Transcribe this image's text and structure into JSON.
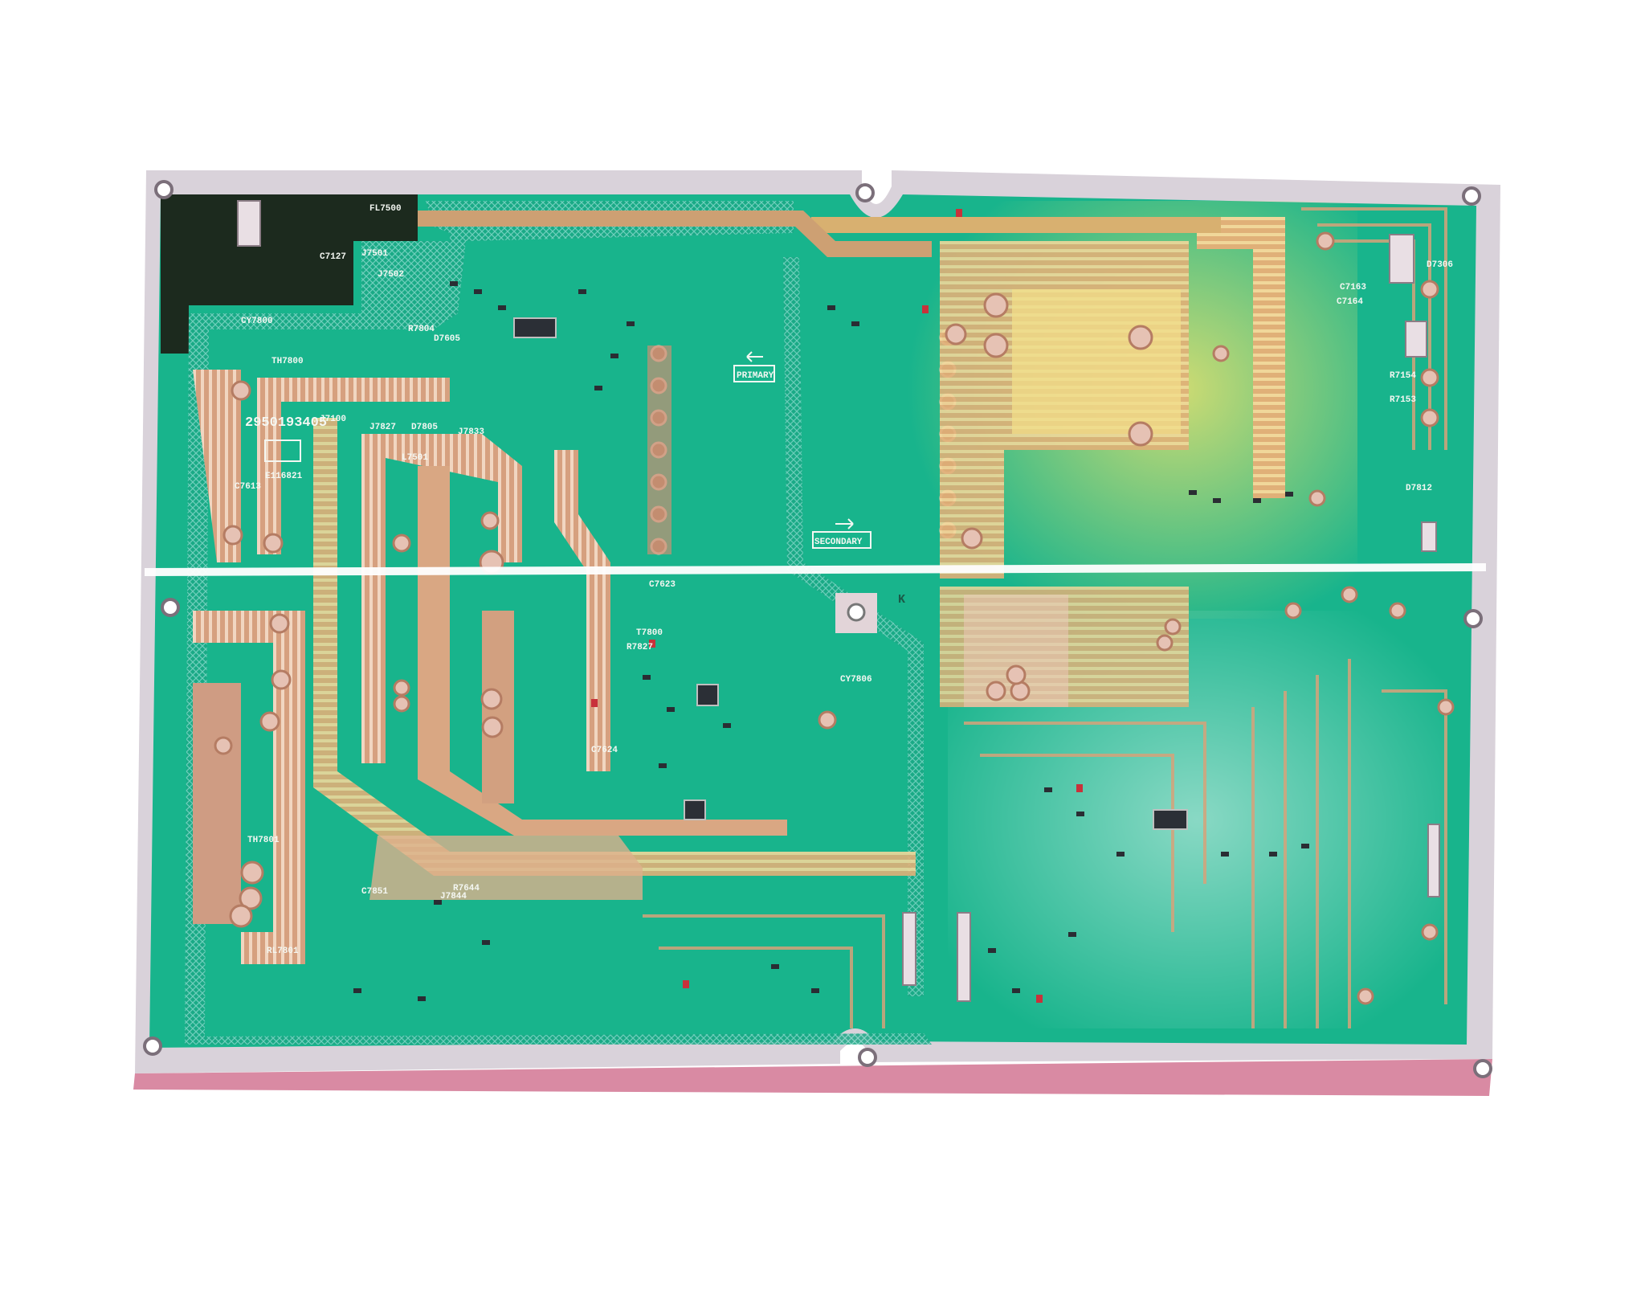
{
  "photo": {
    "subject": "PCB solder side",
    "colors": {
      "background": "#ffffff",
      "board_edge": "#d9d2da",
      "solder_mask": "#18b48c",
      "mask_dark": "#0f8c6c",
      "copper": "#d7a37c",
      "copper_hot": "#e8d27a",
      "hatch": "#7fd3c4",
      "dark_corner": "#1c2a1e",
      "ic": "#2b2f36"
    }
  },
  "silkscreen": {
    "part_number": "2950193405",
    "ul_code": "E116821",
    "primary_label": "PRIMARY",
    "secondary_label": "SECONDARY",
    "corner_mark": "K",
    "refs": [
      "FL7500",
      "C7127",
      "J7501",
      "J7502",
      "CY7800",
      "TH7800",
      "R7804",
      "D7605",
      "C7613",
      "J7100",
      "J7827",
      "D7805",
      "J7833",
      "L7501",
      "C7623",
      "T7800",
      "R7827",
      "C7624",
      "CY7806",
      "R7644",
      "J7844",
      "RL7801",
      "TH7801",
      "C7851",
      "D7306",
      "R7154",
      "R7153",
      "C7163",
      "C7164",
      "D7812"
    ]
  }
}
